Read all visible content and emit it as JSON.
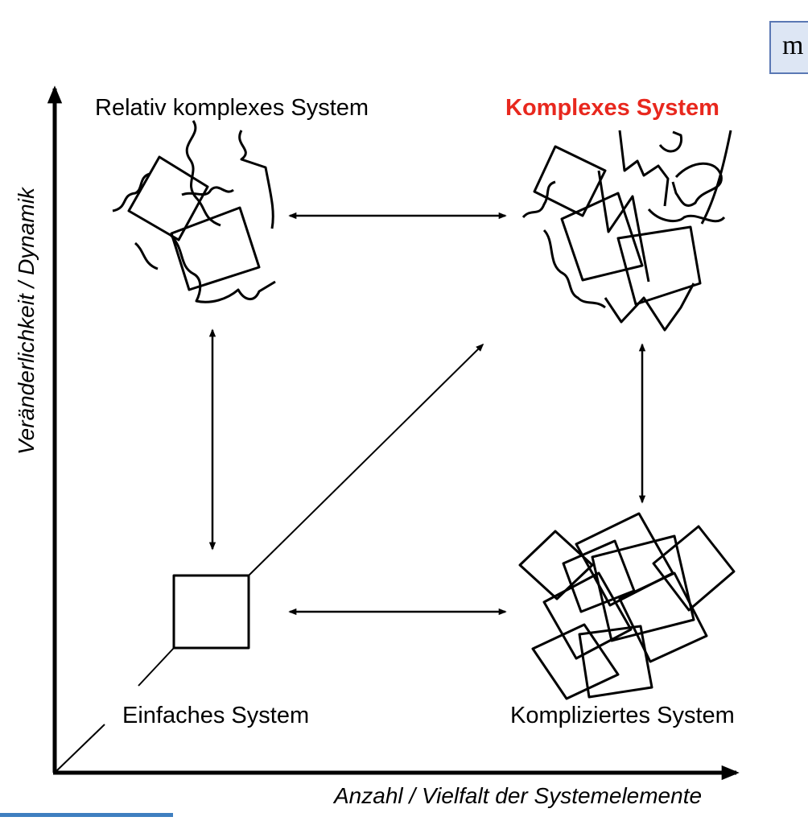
{
  "diagram": {
    "quadrants": {
      "top_left": {
        "label": "Relativ komplexes System"
      },
      "top_right": {
        "label": "Komplexes System",
        "color": "#e8281e"
      },
      "bottom_left": {
        "label": "Einfaches System"
      },
      "bottom_right": {
        "label": "Kompliziertes System"
      }
    },
    "axes": {
      "y_label": "Veränderlichkeit / Dynamik",
      "x_label": "Anzahl / Vielfalt der Systemelemente"
    }
  },
  "corner_box": {
    "text": "m",
    "fill": "#dde6f4",
    "border": "#5a78b4"
  },
  "bottom_strip": {
    "color": "#3f7fc0"
  }
}
